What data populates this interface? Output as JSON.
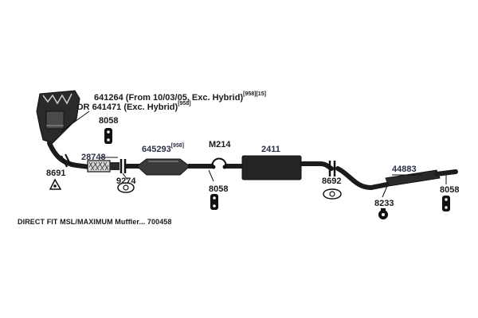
{
  "parts": {
    "manifold_primary": {
      "number": "641264",
      "note": "(From 10/03/05, Exc. Hybrid)",
      "refs": "[958][15]"
    },
    "manifold_alt": {
      "prefix": "OR",
      "number": "641471",
      "note": "(Exc. Hybrid)",
      "refs": "[958]"
    },
    "hanger_top": "8058",
    "gasket_left": "8691",
    "flex_pipe": "28748",
    "clamp_flange": "9274",
    "converter": {
      "number": "645293",
      "refs": "[958]"
    },
    "hanger_mid": "8058",
    "clamp_m": "M214",
    "muffler": "2411",
    "gasket_rear": "8692",
    "tailpipe": "44883",
    "hanger_rear_mid": "8233",
    "hanger_rear_end": "8058"
  },
  "footer": {
    "text": "DIRECT FIT MSL/MAXIMUM Muffler... 700458"
  },
  "colors": {
    "pipe": "#1c1c1c",
    "outline": "#111111",
    "label": "#1a1a1a",
    "background": "#ffffff"
  },
  "icons": [
    "exhaust-manifold",
    "catalytic-converter",
    "muffler",
    "flex-pipe",
    "hanger",
    "gasket",
    "clamp"
  ]
}
